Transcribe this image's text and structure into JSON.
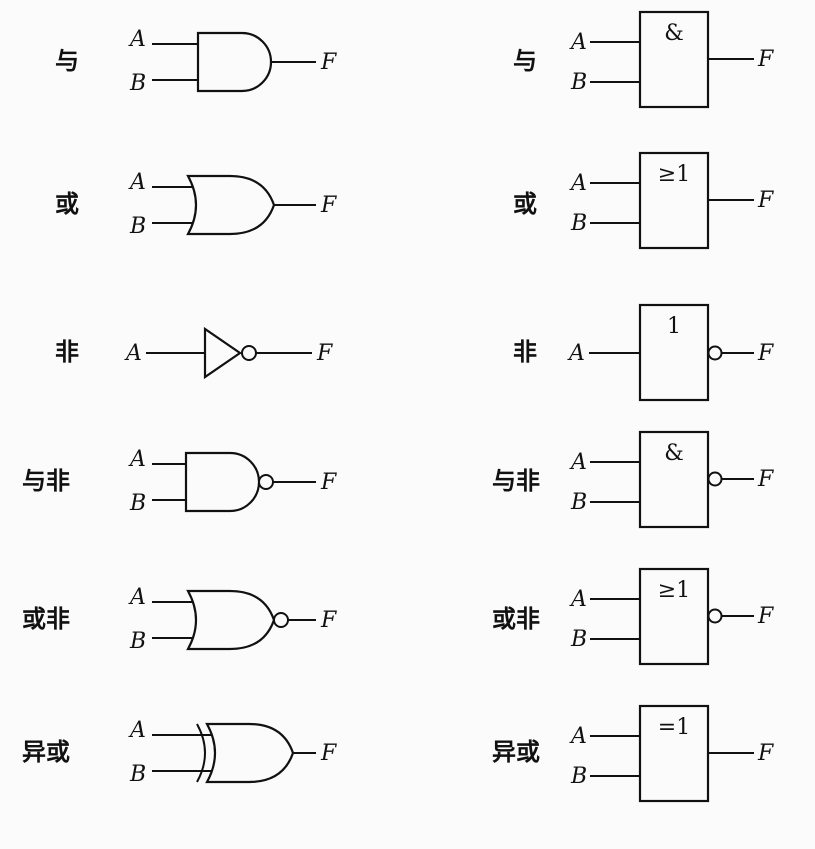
{
  "distinctive_symbols": [
    {
      "label": "与",
      "type": "and",
      "inputs": [
        "A",
        "B"
      ],
      "output": "F"
    },
    {
      "label": "或",
      "type": "or",
      "inputs": [
        "A",
        "B"
      ],
      "output": "F"
    },
    {
      "label": "非",
      "type": "not",
      "inputs": [
        "A"
      ],
      "output": "F"
    },
    {
      "label": "与非",
      "type": "nand",
      "inputs": [
        "A",
        "B"
      ],
      "output": "F"
    },
    {
      "label": "或非",
      "type": "nor",
      "inputs": [
        "A",
        "B"
      ],
      "output": "F"
    },
    {
      "label": "异或",
      "type": "xor",
      "inputs": [
        "A",
        "B"
      ],
      "output": "F"
    }
  ],
  "rectangular_symbols": [
    {
      "label": "与",
      "symbol": "&",
      "inputs": [
        "A",
        "B"
      ],
      "output": "F",
      "inverted_output": false
    },
    {
      "label": "或",
      "symbol": "≥1",
      "inputs": [
        "A",
        "B"
      ],
      "output": "F",
      "inverted_output": false
    },
    {
      "label": "非",
      "symbol": "1",
      "inputs": [
        "A"
      ],
      "output": "F",
      "inverted_output": true
    },
    {
      "label": "与非",
      "symbol": "&",
      "inputs": [
        "A",
        "B"
      ],
      "output": "F",
      "inverted_output": true
    },
    {
      "label": "或非",
      "symbol": "≥1",
      "inputs": [
        "A",
        "B"
      ],
      "output": "F",
      "inverted_output": true
    },
    {
      "label": "异或",
      "symbol": "=1",
      "inputs": [
        "A",
        "B"
      ],
      "output": "F",
      "inverted_output": false
    }
  ]
}
